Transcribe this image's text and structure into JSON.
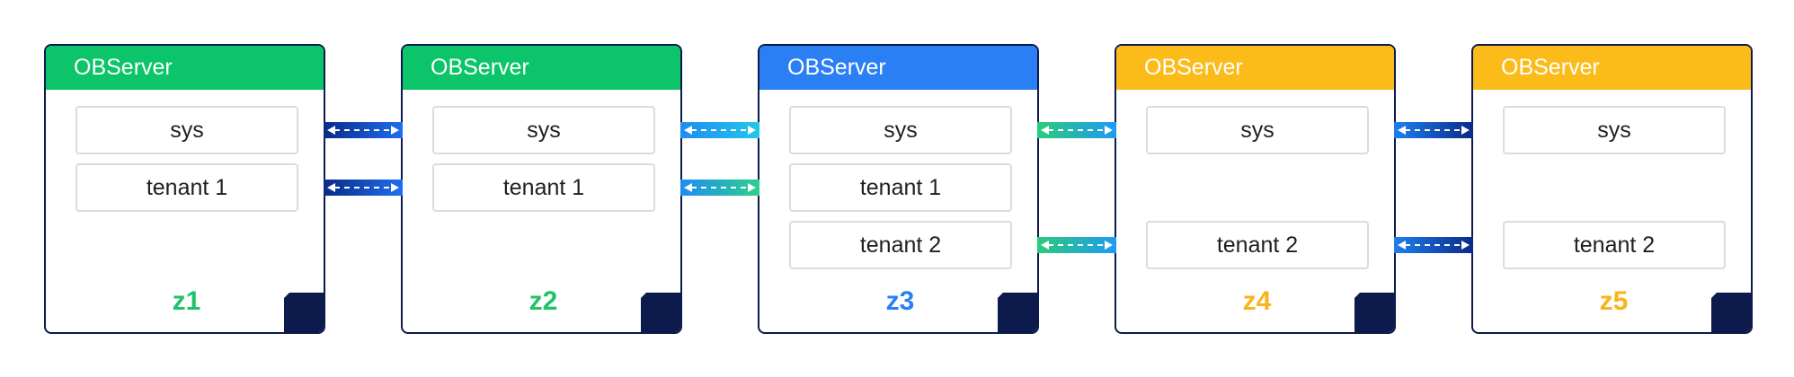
{
  "servers": [
    {
      "header": "OBServer",
      "header_color": "#0cc46a",
      "zone": "z1",
      "zone_color": "#1fc36a",
      "rows": {
        "sys": "sys",
        "tenant1": "tenant 1",
        "tenant2": ""
      }
    },
    {
      "header": "OBServer",
      "header_color": "#0cc46a",
      "zone": "z2",
      "zone_color": "#1fc36a",
      "rows": {
        "sys": "sys",
        "tenant1": "tenant 1",
        "tenant2": ""
      }
    },
    {
      "header": "OBServer",
      "header_color": "#2a7ff5",
      "zone": "z3",
      "zone_color": "#2a7ff5",
      "rows": {
        "sys": "sys",
        "tenant1": "tenant 1",
        "tenant2": "tenant 2"
      }
    },
    {
      "header": "OBServer",
      "header_color": "#fbbc1a",
      "zone": "z4",
      "zone_color": "#f7b41b",
      "rows": {
        "sys": "sys",
        "tenant1": "",
        "tenant2": "tenant 2"
      }
    },
    {
      "header": "OBServer",
      "header_color": "#fbbc1a",
      "zone": "z5",
      "zone_color": "#f7b41b",
      "rows": {
        "sys": "sys",
        "tenant1": "",
        "tenant2": "tenant 2"
      }
    }
  ],
  "links": [
    {
      "between": "z1-z2",
      "row": "sys",
      "gradient": [
        "#0b2a88",
        "#1e6ff0"
      ]
    },
    {
      "between": "z1-z2",
      "row": "tenant 1",
      "gradient": [
        "#0b2a88",
        "#1e6ff0"
      ]
    },
    {
      "between": "z2-z3",
      "row": "sys",
      "gradient": [
        "#1f8cf2",
        "#23c7ea"
      ]
    },
    {
      "between": "z2-z3",
      "row": "tenant 1",
      "gradient": [
        "#1f8cf2",
        "#2bd08a"
      ]
    },
    {
      "between": "z3-z4",
      "row": "sys",
      "gradient": [
        "#2bcb7a",
        "#1e9af5"
      ]
    },
    {
      "between": "z3-z4",
      "row": "tenant 2",
      "gradient": [
        "#2bcb7a",
        "#1e9af5"
      ]
    },
    {
      "between": "z4-z5",
      "row": "sys",
      "gradient": [
        "#1e7ff0",
        "#0b2a88"
      ]
    },
    {
      "between": "z4-z5",
      "row": "tenant 2",
      "gradient": [
        "#1e7ff0",
        "#0b2a88"
      ]
    }
  ],
  "colors": {
    "border": "#0d1b4c",
    "fold": "#0d1b4c"
  }
}
